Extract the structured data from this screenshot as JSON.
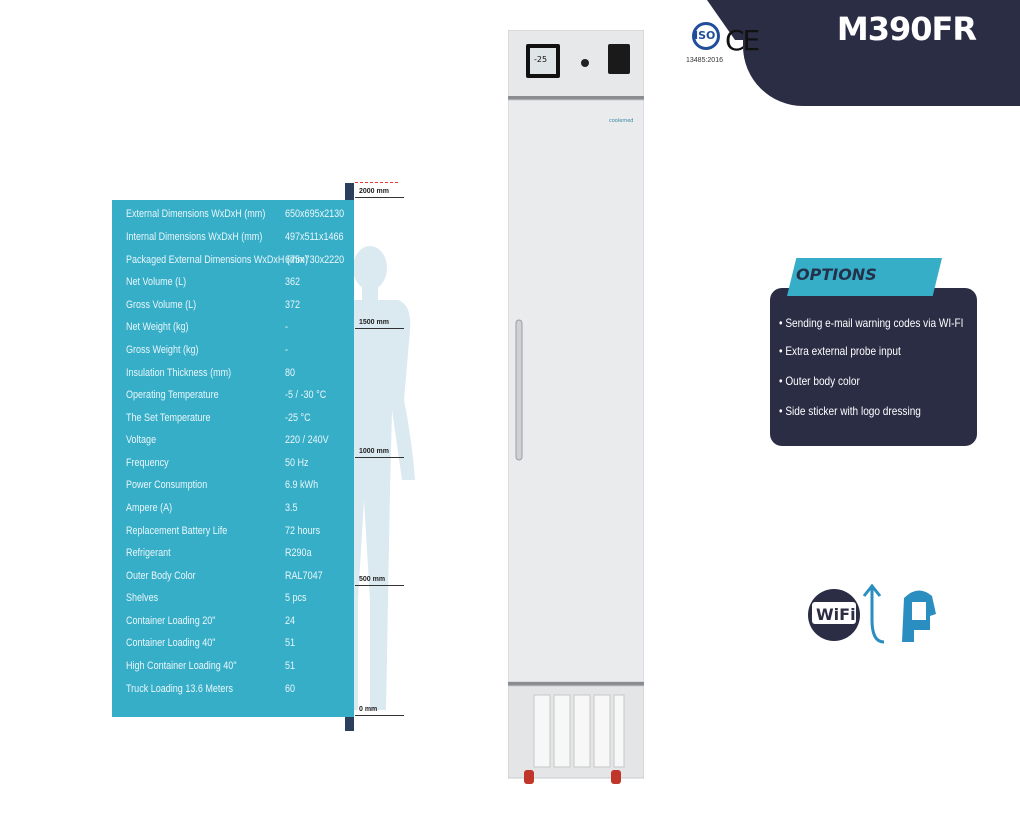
{
  "model": "M390FR",
  "certification": {
    "iso_label": "ISO",
    "iso_standard": "13485:2016",
    "ce_label": "CE"
  },
  "brand_logo_text": "coolemed",
  "display_value": "-25",
  "specs": [
    {
      "label": "External Dimensions WxDxH (mm)",
      "value": "650x695x2130"
    },
    {
      "label": "Internal Dimensions WxDxH (mm)",
      "value": "497x511x1466"
    },
    {
      "label": "Packaged External Dimensions WxDxH (mm)",
      "value": "675x730x2220"
    },
    {
      "label": "Net Volume (L)",
      "value": "362"
    },
    {
      "label": "Gross Volume (L)",
      "value": "372"
    },
    {
      "label": "Net Weight (kg)",
      "value": "-"
    },
    {
      "label": "Gross Weight (kg)",
      "value": "-"
    },
    {
      "label": "Insulation Thickness (mm)",
      "value": "80"
    },
    {
      "label": "Operating Temperature",
      "value": "-5 / -30 °C"
    },
    {
      "label": "The Set Temperature",
      "value": "-25 °C"
    },
    {
      "label": "Voltage",
      "value": "220 / 240V"
    },
    {
      "label": "Frequency",
      "value": "50 Hz"
    },
    {
      "label": "Power Consumption",
      "value": "6.9 kWh"
    },
    {
      "label": "Ampere (A)",
      "value": "3.5"
    },
    {
      "label": "Replacement Battery Life",
      "value": "72 hours"
    },
    {
      "label": "Refrigerant",
      "value": "R290a"
    },
    {
      "label": "Outer Body Color",
      "value": "RAL7047"
    },
    {
      "label": "Shelves",
      "value": "5 pcs"
    },
    {
      "label": "Container Loading 20\"",
      "value": "24"
    },
    {
      "label": "Container Loading 40\"",
      "value": "51"
    },
    {
      "label": "High Container Loading 40\"",
      "value": "51"
    },
    {
      "label": "Truck Loading 13.6 Meters",
      "value": "60"
    }
  ],
  "ruler": [
    "2000 mm",
    "1500 mm",
    "1000 mm",
    "500 mm",
    "0 mm"
  ],
  "options": {
    "title": "OPTIONS",
    "items": [
      "• Sending e-mail warning codes via WI-FI",
      "• Extra external probe input",
      "• Outer body color",
      "• Side sticker with logo dressing"
    ]
  },
  "feature_icons": [
    "wifi-icon",
    "usb-icon",
    "head-sd-card-icon"
  ],
  "wifi_text": "WiFi",
  "colors": {
    "navy": "#2b2d45",
    "teal": "#37aec8",
    "fridge": "#e4e6e8"
  }
}
